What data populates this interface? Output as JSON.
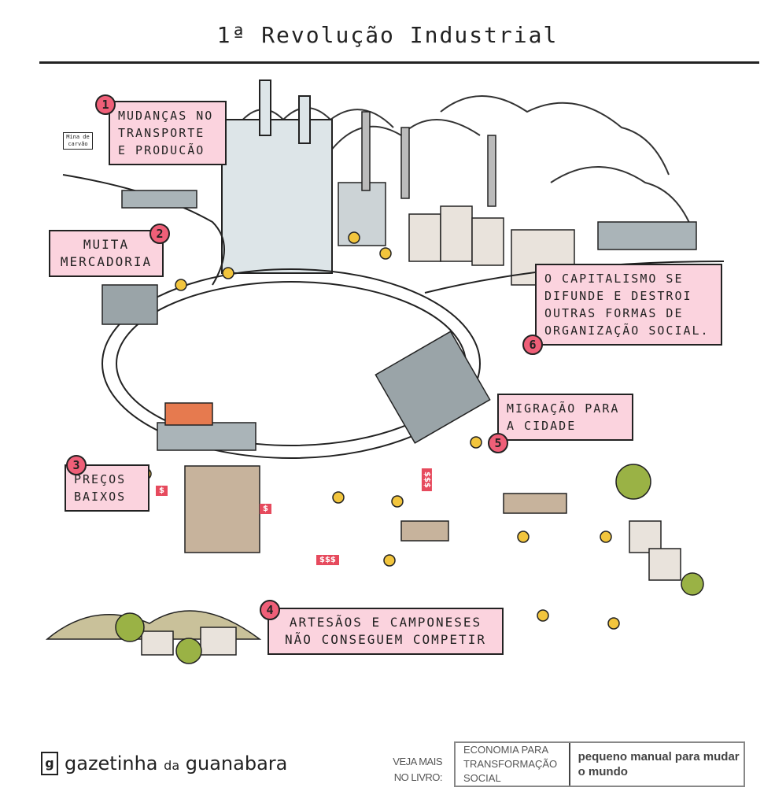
{
  "title": "1ª Revolução Industrial",
  "colors": {
    "box": "#fbd3de",
    "badge": "#ef5f78",
    "figures": "#f2c53d"
  },
  "steps": [
    {
      "number": "1",
      "text": "Mudanças no transporte e producão"
    },
    {
      "number": "2",
      "text": "Muita mercadoria"
    },
    {
      "number": "3",
      "text": "Preços baixos"
    },
    {
      "number": "4",
      "text": "Artesãos e camponeses não conseguem competir"
    },
    {
      "number": "5",
      "text": "Migração para a cidade"
    },
    {
      "number": "6",
      "text": "O capitalismo se difunde e destroi outras formas de organização social."
    }
  ],
  "signs": {
    "mine": "Mina de carvão",
    "price_tag": "$",
    "price_tag_2": "$",
    "price_tag_3": "$$$",
    "price_tag_4": "$$$"
  },
  "footer": {
    "logo_icon": "g",
    "logo_main": "gazetinha",
    "logo_da": "da",
    "logo_end": "guanabara",
    "see_more": "VEJA MAIS NO LIVRO:",
    "book_series": "ECONOMIA PARA TRANSFORMAÇÃO SOCIAL",
    "book_title": "pequeno manual para mudar o mundo"
  }
}
